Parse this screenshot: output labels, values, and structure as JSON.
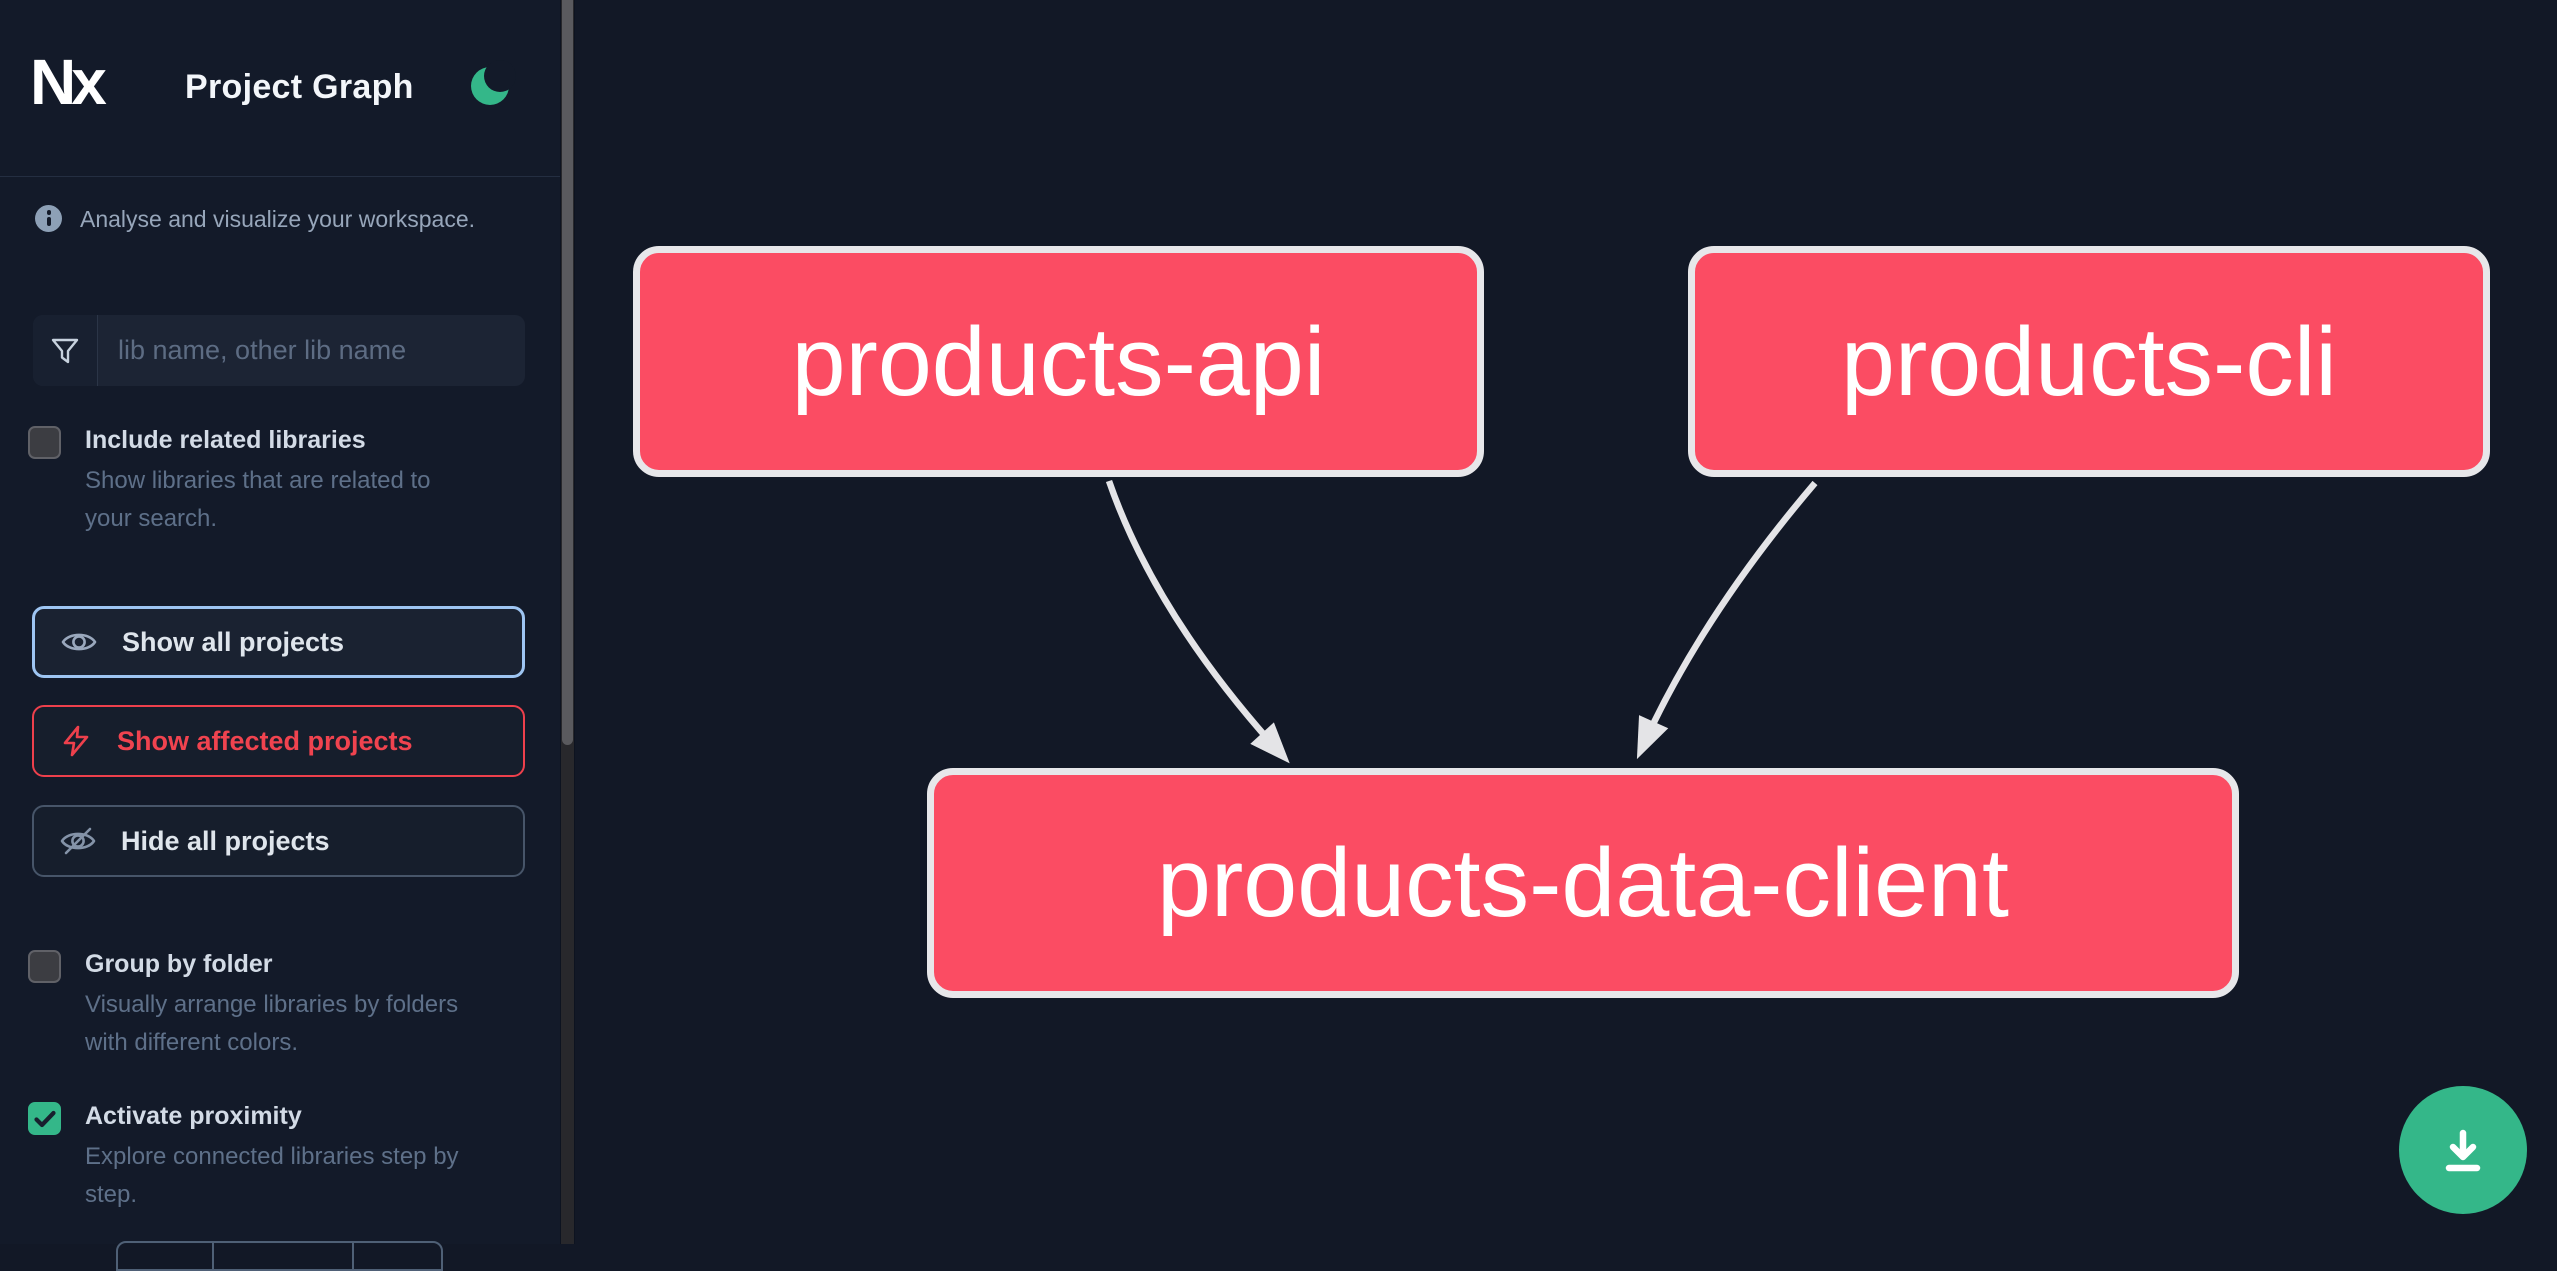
{
  "app": {
    "logo": "Nx",
    "title": "Project Graph",
    "theme_toggle_icon": "moon-icon"
  },
  "sidebar": {
    "tagline": "Analyse and visualize your workspace.",
    "search": {
      "placeholder": "lib name, other lib name",
      "icon": "funnel-filter-icon"
    },
    "options": [
      {
        "label": "Include related libraries",
        "description": "Show libraries that are related to your search.",
        "checked": false
      },
      {
        "label": "Group by folder",
        "description": "Visually arrange libraries by folders with different colors.",
        "checked": false
      },
      {
        "label": "Activate proximity",
        "description": "Explore connected libraries step by step.",
        "checked": true
      }
    ],
    "actions": [
      {
        "label": "Show all projects",
        "icon": "eye-icon"
      },
      {
        "label": "Show affected projects",
        "icon": "bolt-icon"
      },
      {
        "label": "Hide all projects",
        "icon": "eye-off-icon"
      }
    ]
  },
  "canvas": {
    "download_button_icon": "download-icon",
    "graph": {
      "nodes": [
        {
          "label": "products-api"
        },
        {
          "label": "products-cli"
        },
        {
          "label": "products-data-client"
        }
      ],
      "edges": [
        {
          "source": "products-api",
          "target": "products-data-client"
        },
        {
          "source": "products-cli",
          "target": "products-data-client"
        }
      ]
    }
  },
  "colors": {
    "background": "#131a29",
    "node_fill": "#fb4c63",
    "node_border": "#e7e7ea",
    "edge": "#e4e4e7",
    "accent_green": "#34b789",
    "affected_red": "#ee404c",
    "focus_blue": "#9ec5f2"
  }
}
